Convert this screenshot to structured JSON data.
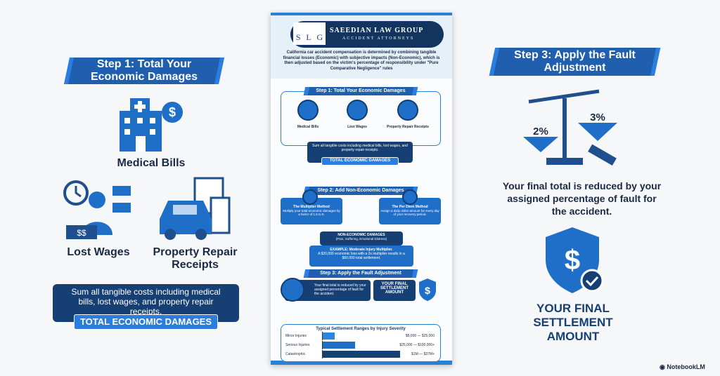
{
  "left": {
    "title": "Step 1: Total Your Economic Damages",
    "items": [
      "Medical Bills",
      "Lost Wages",
      "Property Repair Receipts"
    ],
    "summary": "Sum all tangible costs including medical bills, lost wages, and property repair receipts.",
    "total_label": "TOTAL ECONOMIC DAMAGES"
  },
  "right": {
    "title": "Step 3: Apply the Fault Adjustment",
    "scale_left": "2%",
    "scale_right": "3%",
    "text": "Your final total is reduced by your assigned percentage of fault for the accident.",
    "final": "YOUR FINAL SETTLEMENT AMOUNT"
  },
  "poster": {
    "logo_letters": "SLG",
    "firm": "SAEEDIAN LAW GROUP",
    "firm_sub": "ACCIDENT ATTORNEYS",
    "intro": "California car accident compensation is determined by combining tangible financial losses (Economic) with subjective impacts (Non-Economic), which is then adjusted based on the victim's percentage of responsibility under \"Pure Comparative Negligence\" rules",
    "step1": {
      "title": "Step 1: Total Your Economic Damages",
      "items": [
        "Medical Bills",
        "Lost Wages",
        "Property Repair Receipts"
      ],
      "summary": "Sum all tangible costs including medical bills, lost wages, and property repair receipts.",
      "total": "TOTAL ECONOMIC DAMAGES"
    },
    "step2": {
      "title": "Step 2: Add Non-Economic Damages",
      "m1_title": "The Multiplier Method",
      "m1_text": "Multiply your total economic damages by a factor of 1.5 to 5.",
      "m2_title": "The Per Diem Method",
      "m2_text": "Assign a daily dollar amount for every day of your recovery period.",
      "ned": "NON-ECONOMIC DAMAGES",
      "ned_sub": "(Pain, Suffering, Emotional Distress)",
      "ex_title": "EXAMPLE: Moderate Injury Multiplier.",
      "ex_text": "A $20,000 economic loss with a 2x multiplier results in a $60,000 total settlement."
    },
    "step3": {
      "title": "Step 3: Apply the Fault Adjustment",
      "text": "Your final total is reduced by your assigned percentage of fault for the accident.",
      "final": "YOUR FINAL SETTLEMENT AMOUNT"
    },
    "ranges": {
      "title": "Typical Settlement Ranges by Injury Severity",
      "rows": [
        {
          "label": "Minor Injuries",
          "range": "$5,000 — $25,000",
          "level": 0.15
        },
        {
          "label": "Serious Injuries",
          "range": "$25,000 — $100,000+",
          "level": 0.42
        },
        {
          "label": "Catastrophic",
          "range": "$1M — $37M+",
          "level": 1.0
        }
      ]
    }
  },
  "watermark": "NotebookLM"
}
